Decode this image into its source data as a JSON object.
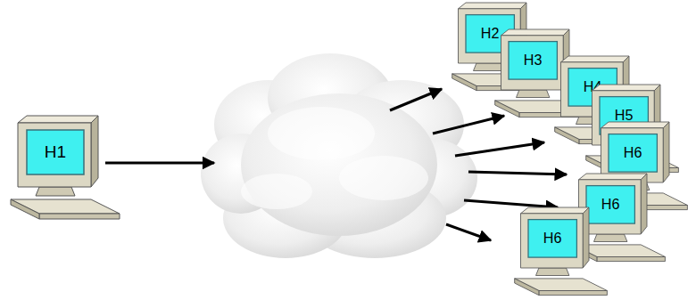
{
  "diagram": {
    "nodes": [
      {
        "text": [
          "H1"
        ]
      },
      {
        "text": [
          "H2"
        ]
      },
      {
        "text": [
          "H3"
        ]
      },
      {
        "text": [
          "H4"
        ]
      },
      {
        "text": [
          "H5"
        ]
      },
      {
        "text": [
          "H6"
        ]
      },
      {
        "text": [
          "H6"
        ]
      },
      {
        "text": [
          "H6"
        ]
      }
    ]
  }
}
